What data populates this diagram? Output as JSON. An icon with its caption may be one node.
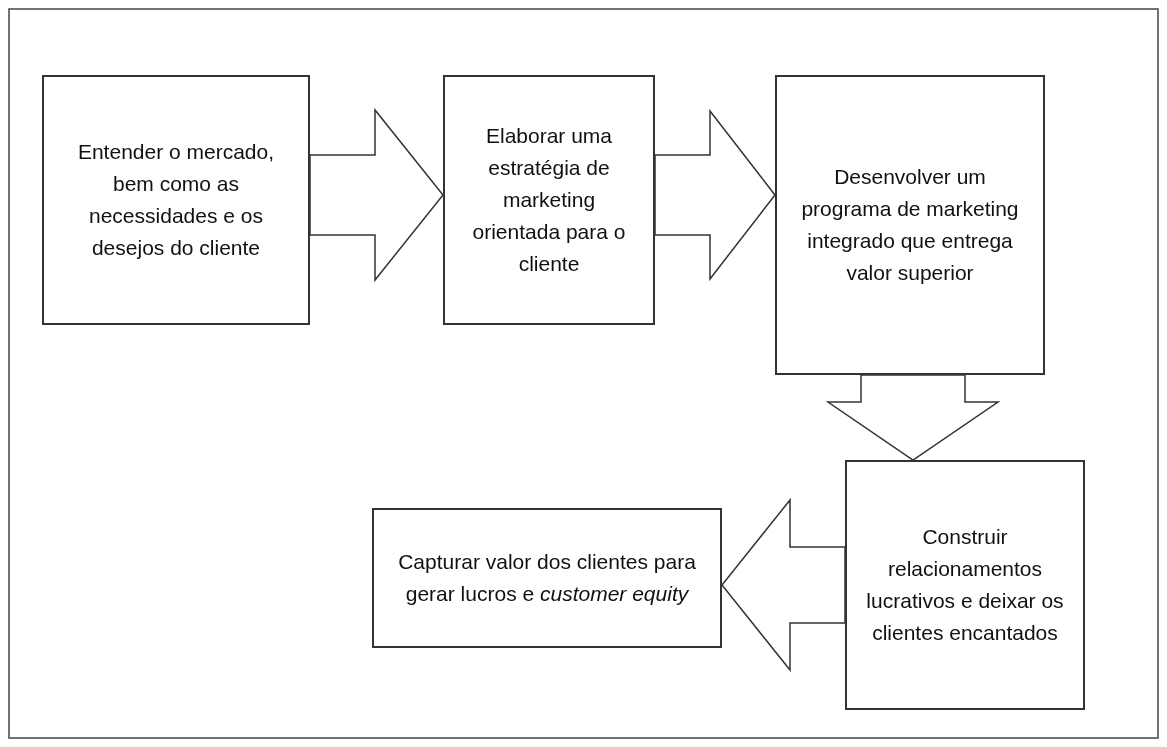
{
  "diagram": {
    "nodes": [
      {
        "text": [
          "Entender o mercado, bem como as necessidades e os desejos do cliente"
        ]
      },
      {
        "text": [
          "Elaborar uma estratégia de marketing orientada para o cliente"
        ]
      },
      {
        "text": [
          "Desenvolver um programa de marketing integrado que entrega valor superior"
        ]
      },
      {
        "text": [
          "Construir relacionamentos lucrativos e deixar os clientes encantados"
        ]
      },
      {
        "text": [
          "Capturar valor dos clientes para gerar lucros e *customer equity*"
        ]
      }
    ],
    "edges": [
      {
        "from": 0,
        "to": 1,
        "arrow": "to"
      },
      {
        "from": 1,
        "to": 2,
        "arrow": "to"
      },
      {
        "from": 2,
        "to": 3,
        "arrow": "to"
      },
      {
        "from": 3,
        "to": 4,
        "arrow": "to"
      }
    ]
  }
}
